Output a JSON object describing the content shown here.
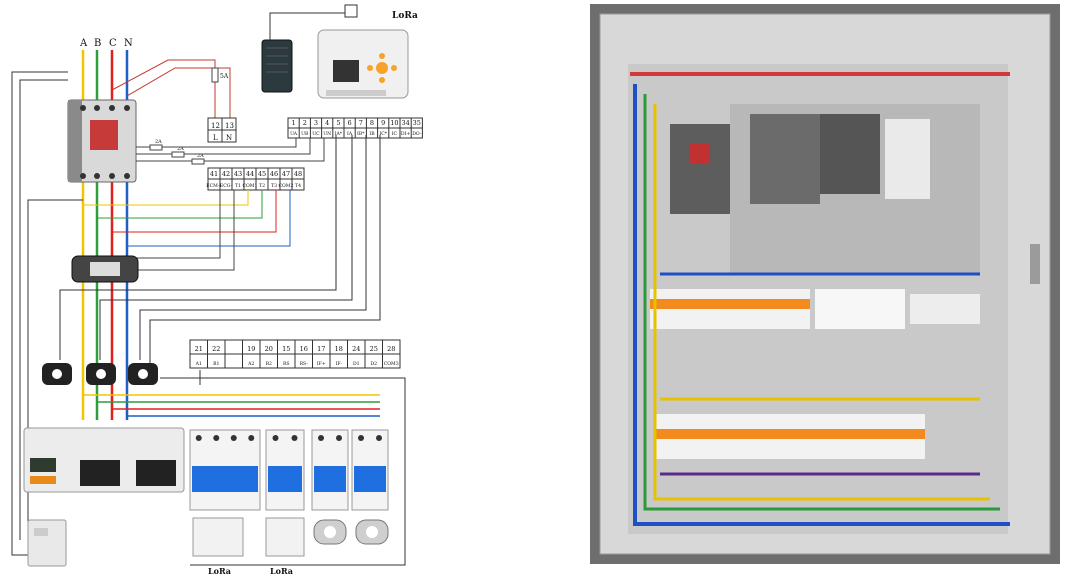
{
  "diagram": {
    "phase_labels": [
      "A",
      "B",
      "C",
      "N"
    ],
    "fuse_label": "5A",
    "small_fuse_labels": [
      "2A",
      "2A",
      "2A"
    ],
    "tb_meter_top": {
      "nums": [
        "12",
        "13"
      ],
      "labels": [
        "L",
        "N"
      ]
    },
    "tb_top": {
      "nums": [
        "1",
        "2",
        "3",
        "4",
        "5",
        "6",
        "7",
        "8",
        "9",
        "10",
        "34",
        "35"
      ],
      "labels": [
        "UA",
        "UB",
        "UC",
        "UN",
        "IA*",
        "IA",
        "IB*",
        "IB",
        "IC*",
        "IC",
        "DI+",
        "DO-"
      ]
    },
    "tb_mid": {
      "nums": [
        "41",
        "42",
        "43",
        "44",
        "45",
        "46",
        "47",
        "48"
      ],
      "labels": [
        "ECM+",
        "ECG-",
        "T1",
        "COM1",
        "T2",
        "T3",
        "COM2",
        "T4"
      ]
    },
    "tb_bottom": {
      "nums": [
        "21",
        "22",
        "",
        "19",
        "20",
        "15",
        "16",
        "17",
        "18",
        "24",
        "25",
        "28"
      ],
      "labels": [
        "A1",
        "B1",
        "",
        "A2",
        "B2",
        "RS",
        "RS-",
        "IF+",
        "IF-",
        "D1",
        "D2",
        "COM3"
      ]
    },
    "lora_labels": [
      "LoRa",
      "LoRa",
      "LoRa"
    ]
  },
  "colors": {
    "phase_a": "#f2c500",
    "phase_b": "#2e9e3a",
    "phase_c": "#e0201c",
    "neutral": "#1d5fc4",
    "black_wire": "#222222",
    "breaker_blue": "#1f6fe0"
  },
  "photo": {
    "description_icon": "distribution-cabinet-photo"
  }
}
